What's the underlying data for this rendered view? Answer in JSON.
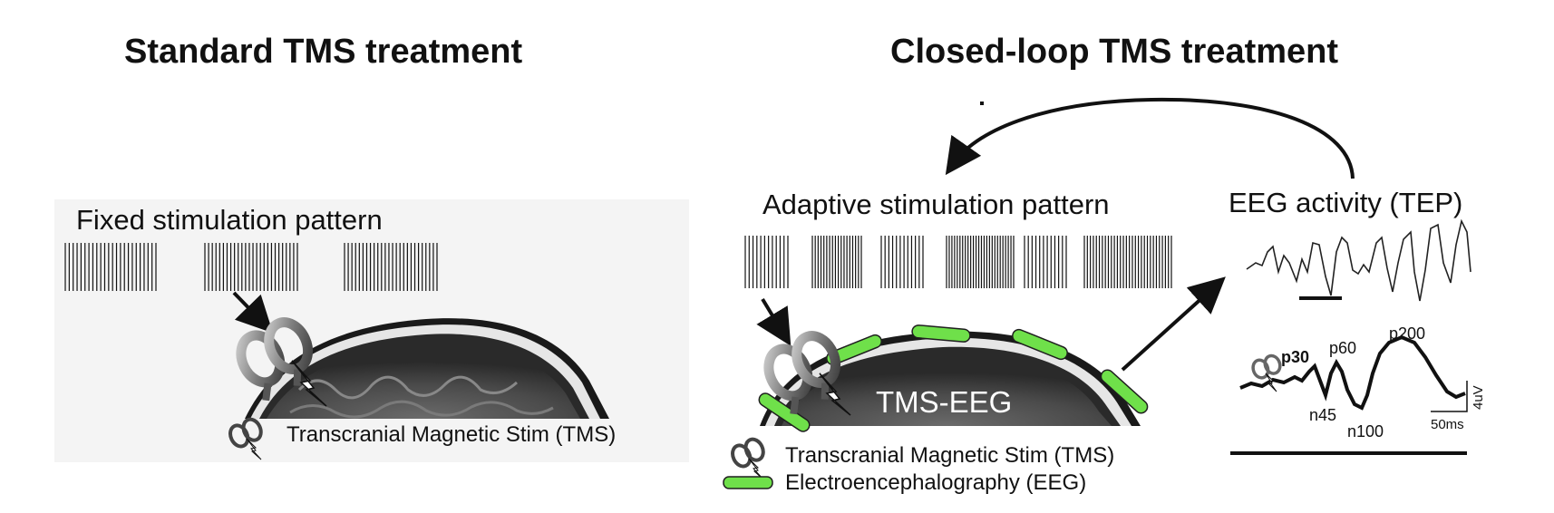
{
  "titles": {
    "standard": "Standard TMS treatment",
    "closed_loop": "Closed-loop TMS treatment"
  },
  "standard": {
    "pattern_label": "Fixed stimulation pattern",
    "legend_tms": "Transcranial Magnetic Stim (TMS)"
  },
  "closed_loop": {
    "pattern_label": "Adaptive stimulation pattern",
    "eeg_label": "EEG activity (TEP)",
    "head_label": "TMS-EEG",
    "legend_tms": "Transcranial Magnetic Stim (TMS)",
    "legend_eeg": "Electroencephalography (EEG)",
    "tep": {
      "peaks": {
        "p30": "p30",
        "p60": "p60",
        "p200": "p200",
        "n45": "n45",
        "n100": "n100"
      },
      "scale_v": "4uV",
      "scale_t": "50ms"
    }
  },
  "colors": {
    "eeg_electrode": "#6fe04a",
    "ink": "#111111",
    "coil": "#8a8a8a"
  },
  "icons": {
    "coil": "figure-eight-coil-icon",
    "pulse": "lightning-bolt-icon",
    "electrode": "eeg-electrode-icon"
  }
}
